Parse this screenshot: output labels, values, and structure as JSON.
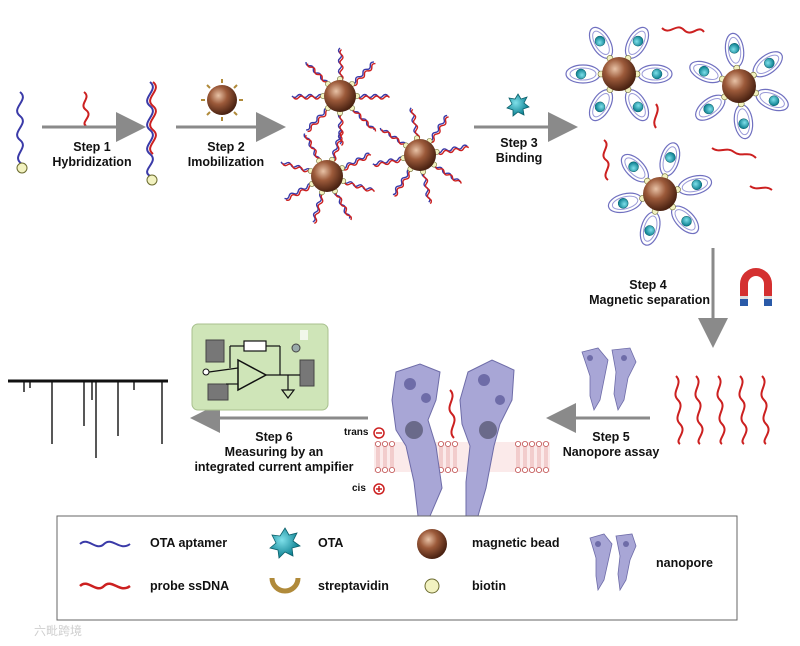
{
  "steps": {
    "step1": {
      "line1": "Step 1",
      "line2": "Hybridization"
    },
    "step2": {
      "line1": "Step 2",
      "line2": "Imobilization"
    },
    "step3": {
      "line1": "Step 3",
      "line2": "Binding"
    },
    "step4": {
      "line1": "Step 4",
      "line2": "Magnetic separation"
    },
    "step5": {
      "line1": "Step 5",
      "line2": "Nanopore assay"
    },
    "step6": {
      "line1": "Step 6",
      "line2": "Measuring by an",
      "line3": "integrated current ampifier"
    }
  },
  "membrane_labels": {
    "trans": "trans",
    "cis": "cis"
  },
  "legend": {
    "ota_aptamer": "OTA aptamer",
    "ota": "OTA",
    "magnetic_bead": "magnetic bead",
    "nanopore": "nanopore",
    "probe_ssdna": "probe ssDNA",
    "streptavidin": "streptavidin",
    "biotin": "biotin"
  },
  "watermark": "六毗跨境",
  "colors": {
    "aptamer": "#3a3aa8",
    "probe": "#cc2020",
    "bead": "#8a4a2a",
    "streptavidin": "#b08a3a",
    "biotin": "#f2f2c0",
    "ota": "#1aa0b0",
    "nanopore": "#a8a6d6",
    "arrow": "#8a8a8a",
    "circuit": "#cfe5b8"
  }
}
